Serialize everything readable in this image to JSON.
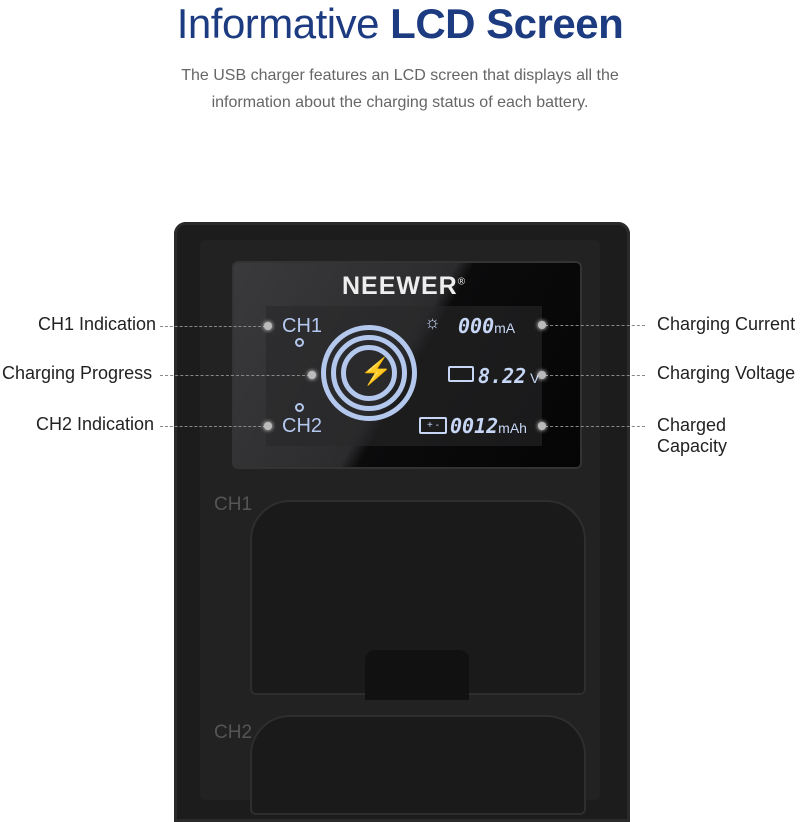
{
  "header": {
    "title_light": "Informative",
    "title_bold": "LCD Screen",
    "subtitle": "The USB charger features an LCD screen that displays all the information about the charging status of each battery."
  },
  "device": {
    "brand": "NEEWER",
    "registered": "®",
    "lcd": {
      "ch1": "CH1",
      "ch2": "CH2",
      "current": "000",
      "current_unit": "mA",
      "voltage": "8.22",
      "voltage_unit": "V",
      "capacity": "0012",
      "capacity_unit": "mAh"
    },
    "slot_labels": [
      "CH1",
      "CH2"
    ]
  },
  "callouts": {
    "left": [
      "CH1 Indication",
      "Charging Progress",
      "CH2 Indication"
    ],
    "right": [
      "Charging Current",
      "Charging Voltage",
      "Charged Capacity"
    ]
  },
  "colors": {
    "title": "#1d3b80",
    "lcd_text": "#b4c8ee"
  },
  "icons": [
    "bulb-icon",
    "voltmeter-icon",
    "battery-icon",
    "lightning-icon"
  ]
}
